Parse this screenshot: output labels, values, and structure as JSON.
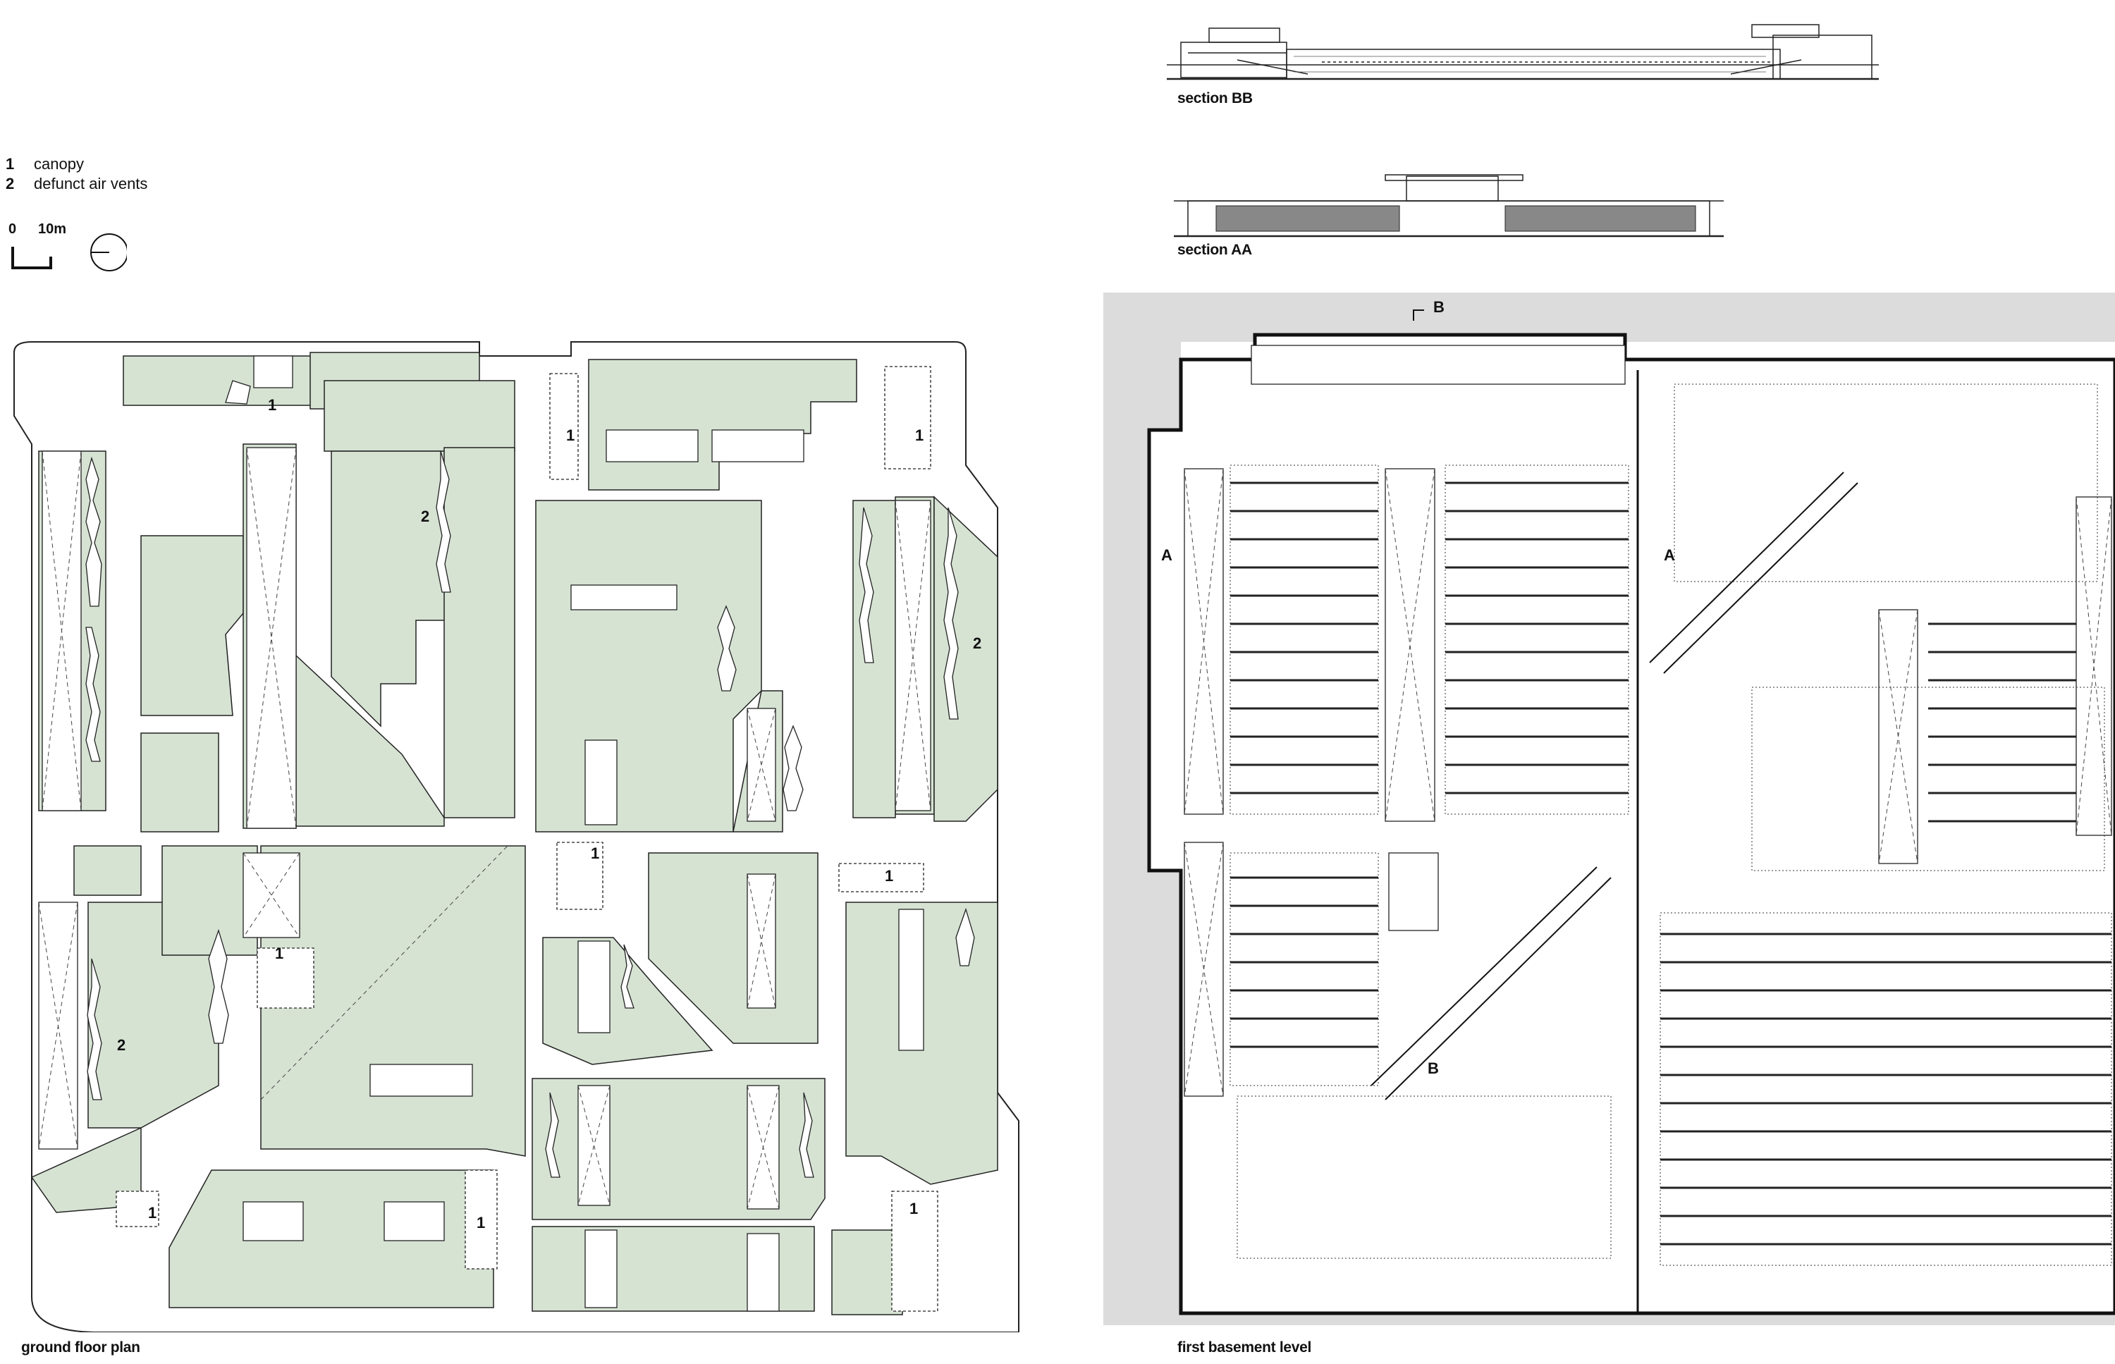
{
  "legend": {
    "items": [
      {
        "num": "1",
        "text": "canopy"
      },
      {
        "num": "2",
        "text": "defunct air vents"
      }
    ],
    "scale_zero": "0",
    "scale_ten": "10m"
  },
  "captions": {
    "section_bb": "section BB",
    "section_aa": "section AA",
    "ground_floor": "ground floor plan",
    "basement": "first basement level"
  },
  "markers": {
    "canopy": "1",
    "air_vents": "2",
    "section_a": "A",
    "section_b": "B"
  },
  "colors": {
    "green": "#d6e3d3",
    "ink": "#1a1a1a",
    "grey_bg": "#dcdcdc"
  }
}
